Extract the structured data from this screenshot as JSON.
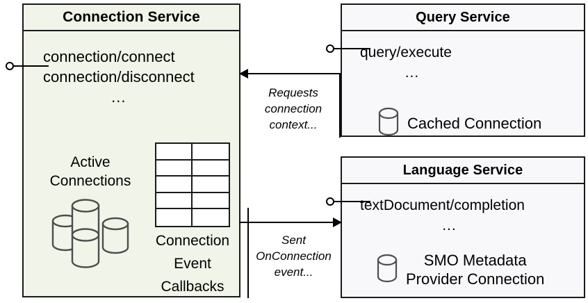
{
  "diagram": {
    "title": "Connection Service component diagram",
    "style": {
      "left_box_fill": "#f1f4e8",
      "right_box_fill": "#f8f8fa",
      "stroke": "#1a1a1a",
      "icon_stroke": "#4d4d4d",
      "text": "#000000"
    }
  },
  "components": {
    "connection_service": {
      "title": "Connection Service",
      "operations": [
        "connection/connect",
        "connection/disconnect"
      ],
      "ellipsis": "...",
      "active_connections": {
        "caption_line1": "Active",
        "caption_line2": "Connections",
        "icon": "database-cluster-icon",
        "cylinder_count": 4
      },
      "event_callbacks": {
        "icon": "table-grid-icon",
        "grid_rows": 5,
        "grid_cols": 2,
        "caption_line1": "Connection",
        "caption_line2": "Event",
        "caption_line3": "Callbacks"
      }
    },
    "query_service": {
      "title": "Query Service",
      "operations": [
        "query/execute"
      ],
      "ellipsis": "...",
      "resource": {
        "icon": "database-cylinder-icon",
        "label": "Cached Connection"
      }
    },
    "language_service": {
      "title": "Language Service",
      "operations": [
        "textDocument/completion"
      ],
      "ellipsis": "...",
      "resource": {
        "icon": "database-cylinder-icon",
        "label_line1": "SMO Metadata",
        "label_line2": "Provider Connection"
      }
    }
  },
  "connectors": {
    "query_to_connection": {
      "label_line1": "Requests",
      "label_line2": "connection",
      "label_line3": "context...",
      "direction": "right-to-left"
    },
    "connection_to_language": {
      "label_line1": "Sent",
      "label_line2": "OnConnection",
      "label_line3": "event...",
      "direction": "left-to-right"
    },
    "provided_interfaces": [
      {
        "name": "connection-service-lollipop"
      },
      {
        "name": "query-service-lollipop"
      },
      {
        "name": "language-service-lollipop"
      }
    ]
  }
}
